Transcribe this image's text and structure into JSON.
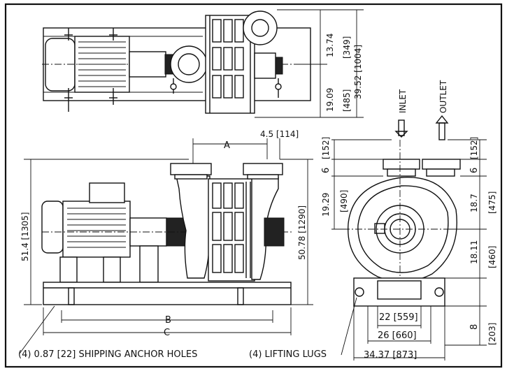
{
  "top_view": {
    "dim_1374": "13.74",
    "dim_349": "[349]",
    "dim_1909": "19.09",
    "dim_485": "[485]",
    "dim_3952": "39.52 [1004]"
  },
  "side_view": {
    "dim_a": "A",
    "dim_45": "4.5 [114]",
    "dim_514": "51.4 [1305]",
    "dim_5078": "50.78 [1290]",
    "dim_b": "B",
    "dim_c": "C"
  },
  "end_view": {
    "inlet": "INLET",
    "outlet": "OUTLET",
    "dim_152_left": "[152]",
    "dim_6_left": "6",
    "dim_1929": "19.29",
    "dim_490": "[490]",
    "dim_152_right": "[152]",
    "dim_6_right": "6",
    "dim_187": "18.7",
    "dim_475": "[475]",
    "dim_1811": "18.11",
    "dim_460": "[460]",
    "dim_8": "8",
    "dim_203": "[203]",
    "dim_22": "22 [559]",
    "dim_26": "26 [660]",
    "dim_3437": "34.37 [873]"
  },
  "notes": {
    "anchor_holes": "(4) 0.87 [22] SHIPPING ANCHOR HOLES",
    "lifting_lugs": "(4) LIFTING LUGS"
  }
}
